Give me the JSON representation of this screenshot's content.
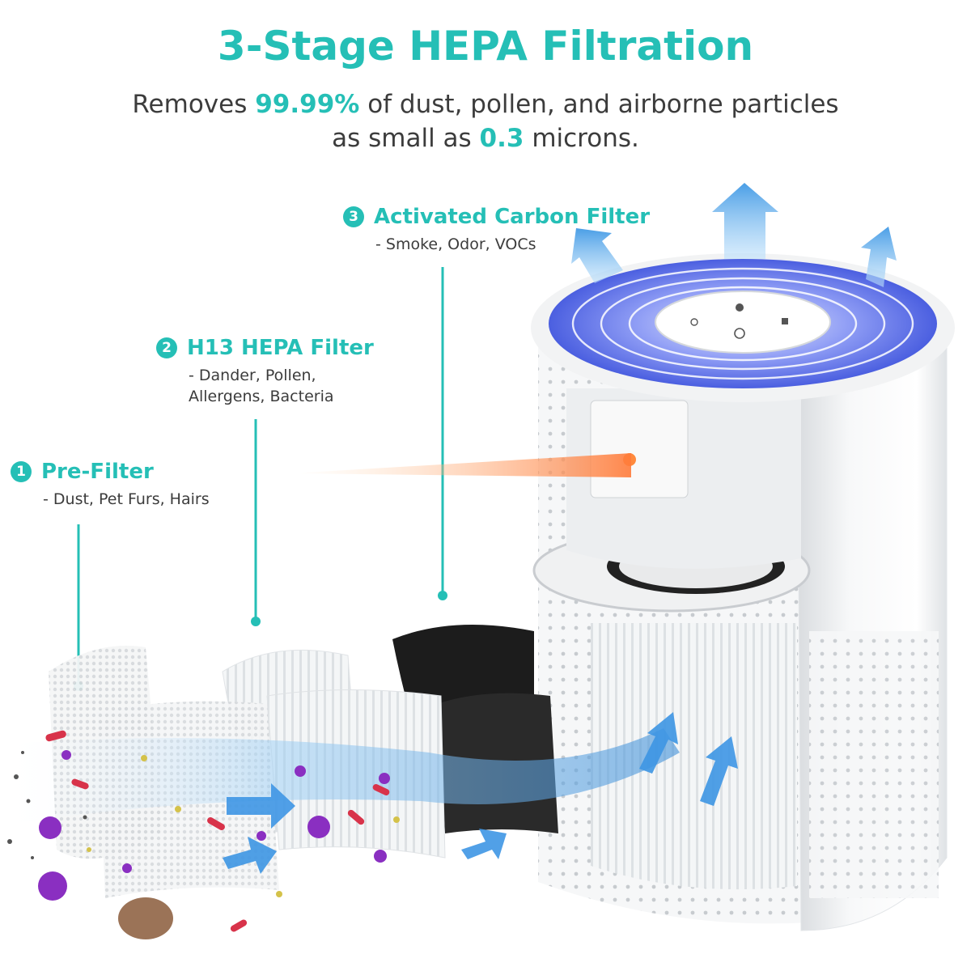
{
  "title": "3-Stage HEPA Filtration",
  "subtitle": {
    "part1": "Removes ",
    "highlight1": "99.99%",
    "part2": " of dust, pollen, and airborne particles",
    "part3": "as small as ",
    "highlight2": "0.3",
    "part4": " microns."
  },
  "stages": [
    {
      "number": "1",
      "name": "Pre-Filter",
      "desc_lines": [
        "- Dust, Pet Furs, Hairs"
      ]
    },
    {
      "number": "2",
      "name": "H13 HEPA Filter",
      "desc_lines": [
        "- Dander, Pollen,",
        "Allergens, Bacteria"
      ]
    },
    {
      "number": "3",
      "name": "Activated Carbon Filter",
      "desc_lines": [
        "- Smoke, Odor, VOCs"
      ]
    }
  ],
  "colors": {
    "accent": "#25bfb6",
    "text": "#3c3c3c",
    "airflow": "#5aa6e6",
    "uv_glow": "#4b5fe0",
    "bacteria_purple": "#8a2fc1",
    "bacteria_red": "#d8334a"
  }
}
